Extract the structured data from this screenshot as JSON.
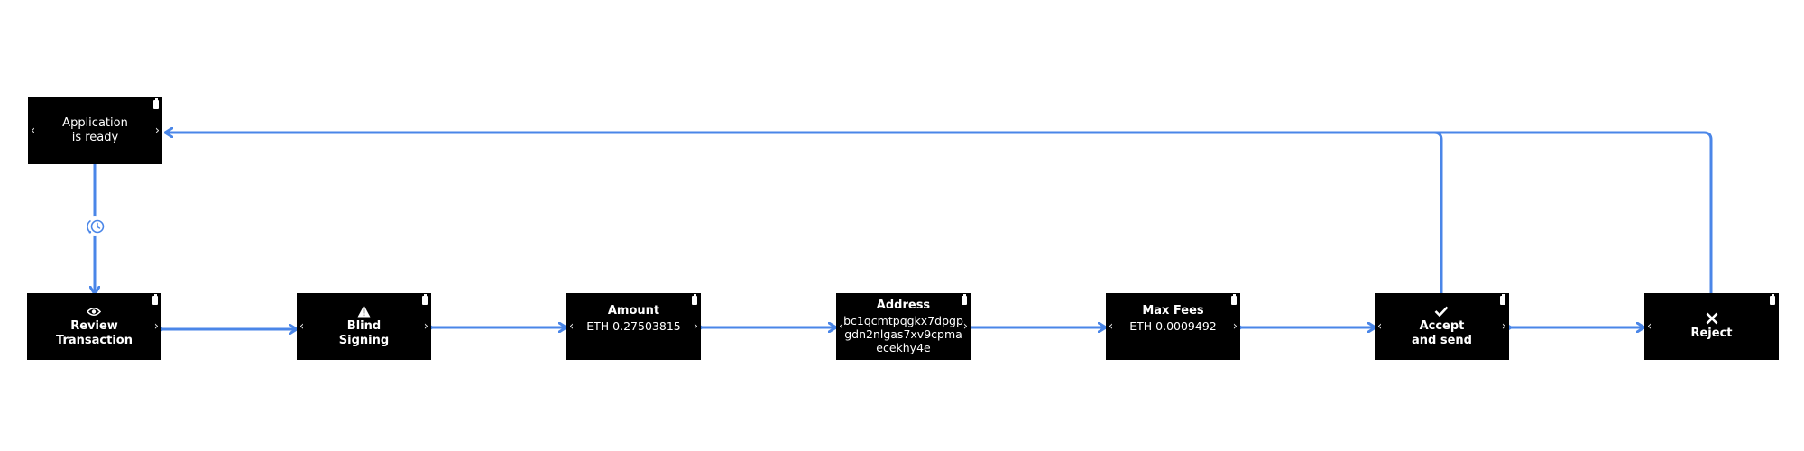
{
  "colors": {
    "arrow": "#4a86e8",
    "screen": "#000000",
    "text": "#ffffff"
  },
  "screens": {
    "ready": {
      "line1": "Application",
      "line2": "is ready"
    },
    "review": {
      "icon": "eye-icon",
      "line1": "Review",
      "line2": "Transaction"
    },
    "blind": {
      "icon": "warning-icon",
      "line1": "Blind",
      "line2": "Signing"
    },
    "amount": {
      "title": "Amount",
      "value": "ETH 0.27503815"
    },
    "address": {
      "title": "Address",
      "value1": "bc1qcmtpqgkx7dpgp",
      "value2": "gdn2nlgas7xv9cpma",
      "value3": "ecekhy4e"
    },
    "fees": {
      "title": "Max Fees",
      "value": "ETH 0.0009492"
    },
    "accept": {
      "icon": "check-icon",
      "line1": "Accept",
      "line2": "and send"
    },
    "reject": {
      "icon": "close-icon",
      "line1": "Reject"
    }
  },
  "transition_icon": "timer-icon"
}
